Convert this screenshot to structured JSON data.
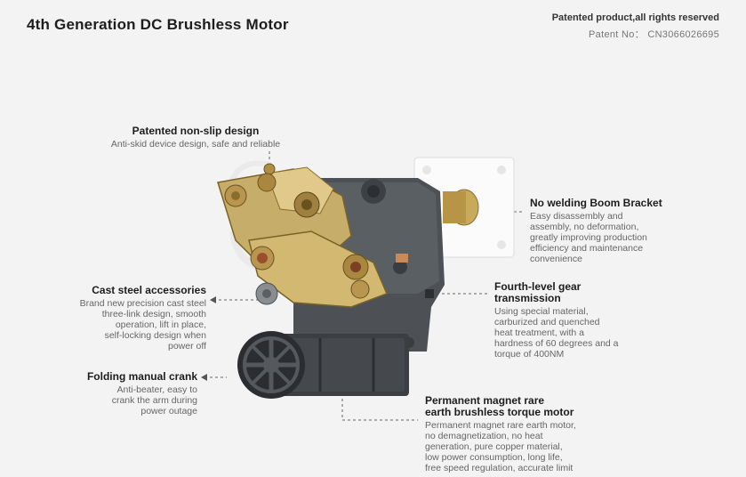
{
  "header": {
    "title": "4th Generation DC Brushless Motor",
    "patent_line": "Patented product,all rights reserved",
    "patent_no": "Patent No： CN3066026695"
  },
  "callouts": {
    "nonslip": {
      "heading": "Patented non-slip design",
      "desc": "Anti-skid device design, safe and reliable"
    },
    "boom": {
      "heading": "No welding Boom Bracket",
      "desc": [
        "Easy disassembly and",
        "assembly, no deformation,",
        "greatly improving production",
        "efficiency and maintenance",
        "convenience"
      ]
    },
    "caststeel": {
      "heading": "Cast steel  accessories",
      "desc": [
        "Brand new precision cast steel",
        "three-link design, smooth",
        "operation, lift in place,",
        "self-locking design when",
        "power off"
      ]
    },
    "gear": {
      "heading": [
        "Fourth-level gear",
        "transmission"
      ],
      "desc": [
        "Using special material,",
        "carburized and quenched",
        "heat treatment, with a",
        "hardness of 60 degrees and a",
        "torque of 400NM"
      ]
    },
    "crank": {
      "heading": "Folding manual crank",
      "desc": [
        "Anti-beater, easy to",
        "crank the arm during",
        "power outage"
      ]
    },
    "magnet": {
      "heading": [
        "Permanent magnet rare",
        "earth brushless torque motor"
      ],
      "desc": [
        "Permanent magnet rare earth motor,",
        "no demagnetization, no heat",
        "generation, pure copper material,",
        "low power consumption, long life,",
        "free speed regulation, accurate limit"
      ]
    }
  }
}
